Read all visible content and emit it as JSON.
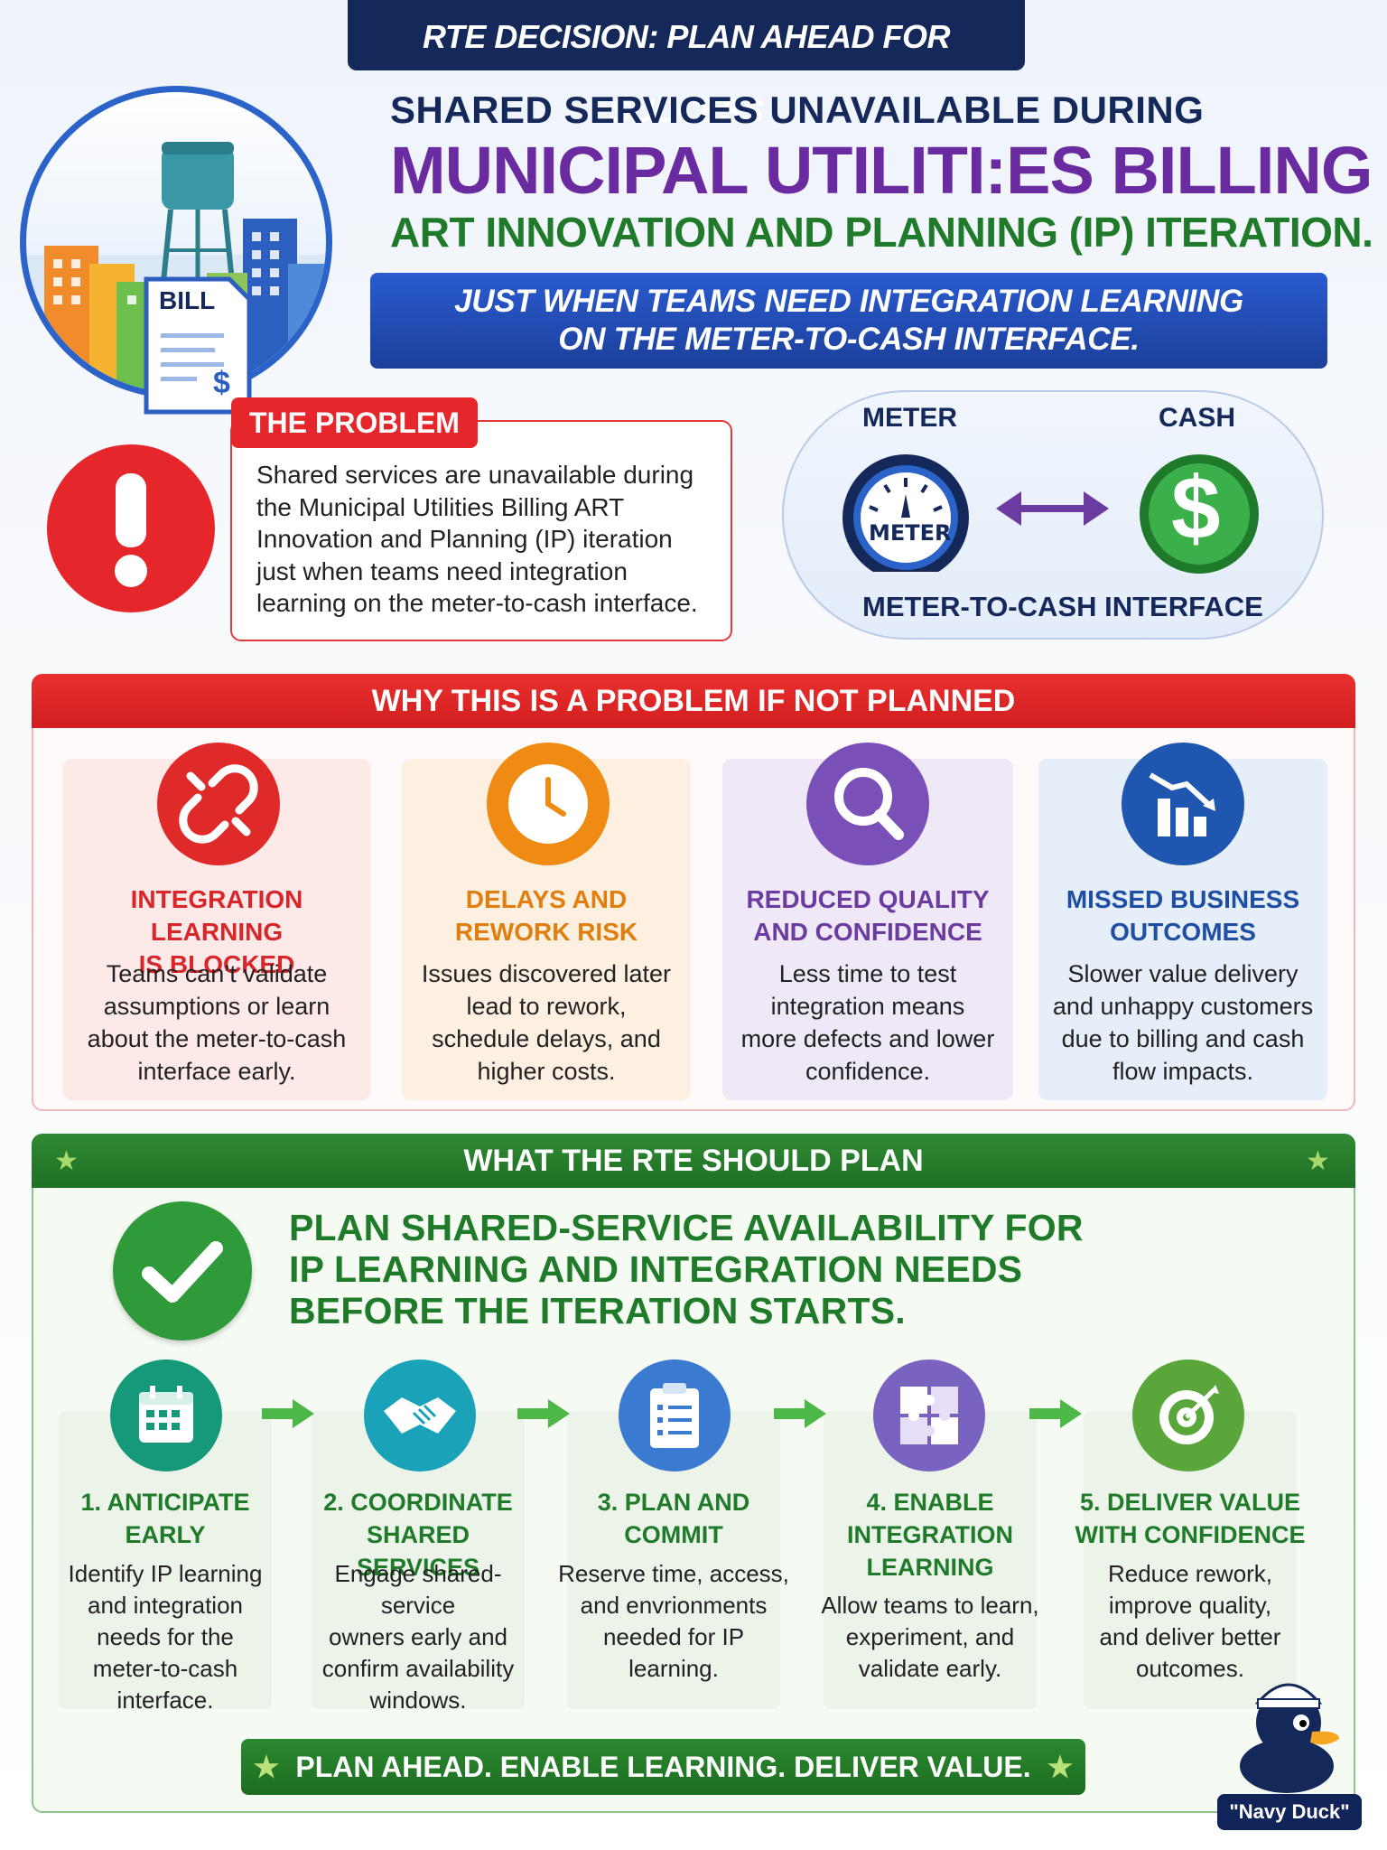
{
  "banner": {
    "title": "RTE DECISION: PLAN AHEAD FOR SUCCESS"
  },
  "header": {
    "line1": "SHARED SERVICES UNAVAILABLE DURING",
    "line2": "MUNICIPAL UTILITI:ES BILLING",
    "line3": "ART INNOVATION AND PLANNING (IP) ITERATION.",
    "subtitle_line1": "JUST WHEN TEAMS NEED INTEGRATION LEARNING",
    "subtitle_line2": "ON THE METER-TO-CASH INTERFACE."
  },
  "illustration": {
    "bill_label": "BILL",
    "bill_symbol": "$"
  },
  "problem": {
    "label": "THE PROBLEM",
    "icon": "exclamation-icon",
    "lines": [
      "Shared services are unavailable during",
      "the Municipal Utilities Billing ART",
      "Innovation and Planning (IP) iteration",
      "just when teams need integration",
      "learning on the meter-to-cash interface."
    ]
  },
  "meter_to_cash": {
    "meter_label": "METER",
    "cash_label": "CASH",
    "meter_face_text": "METER",
    "cash_symbol": "$",
    "interface_label": "METER-TO-CASH INTERFACE"
  },
  "why": {
    "title": "WHY THIS IS A PROBLEM IF NOT PLANNED",
    "cards": [
      {
        "icon": "broken-link-icon",
        "color": "#e02a2a",
        "title_lines": [
          "INTEGRATION LEARNING",
          "IS BLOCKED"
        ],
        "desc_lines": [
          "Teams can’t validate",
          "assumptions or learn",
          "about the meter-to-cash",
          "interface early."
        ]
      },
      {
        "icon": "clock-icon",
        "color": "#ef8a12",
        "title_lines": [
          "DELAYS AND",
          "REWORK RISK"
        ],
        "desc_lines": [
          "Issues discovered later",
          "lead to rework,",
          "schedule delays, and",
          "higher costs."
        ]
      },
      {
        "icon": "magnifier-icon",
        "color": "#7a4fb8",
        "title_lines": [
          "REDUCED QUALITY",
          "AND CONFIDENCE"
        ],
        "desc_lines": [
          "Less time to test",
          "integration means",
          "more defects and lower",
          "confidence."
        ]
      },
      {
        "icon": "declining-chart-icon",
        "color": "#1f56b0",
        "title_lines": [
          "MISSED BUSINESS",
          "OUTCOMES"
        ],
        "desc_lines": [
          "Slower value delivery",
          "and unhappy customers",
          "due to billing and cash",
          "flow impacts."
        ]
      }
    ]
  },
  "plan": {
    "title": "WHAT THE RTE SHOULD PLAN",
    "headline_lines": [
      "PLAN SHARED-SERVICE AVAILABILITY FOR",
      "IP LEARNING AND INTEGRATION NEEDS",
      "BEFORE THE ITERATION STARTS."
    ],
    "steps": [
      {
        "icon": "calendar-icon",
        "color": "#16997a",
        "title_lines": [
          "1. ANTICIPATE",
          "EARLY"
        ],
        "desc_lines": [
          "Identify IP learning",
          "and integration",
          "needs for the",
          "meter-to-cash",
          "interface."
        ]
      },
      {
        "icon": "handshake-icon",
        "color": "#1aa3b8",
        "title_lines": [
          "2. COORDINATE",
          "SHARED SERVICES"
        ],
        "desc_lines": [
          "Engage shared-service",
          "owners early and",
          "confirm availability",
          "windows."
        ]
      },
      {
        "icon": "clipboard-icon",
        "color": "#3a7ad0",
        "title_lines": [
          "3. PLAN AND",
          "COMMIT"
        ],
        "desc_lines": [
          "Reserve time, access,",
          "and envrionments",
          "needed for IP",
          "learning."
        ]
      },
      {
        "icon": "puzzle-icon",
        "color": "#7a63c0",
        "title_lines": [
          "4. ENABLE",
          "INTEGRATION",
          "LEARNING"
        ],
        "desc_lines": [
          "Allow teams to learn,",
          "experiment, and",
          "validate early."
        ]
      },
      {
        "icon": "target-icon",
        "color": "#5aa63a",
        "title_lines": [
          "5. DELIVER VALUE",
          "WITH CONFIDENCE"
        ],
        "desc_lines": [
          "Reduce rework,",
          "improve quality,",
          "and deliver better",
          "outcomes."
        ]
      }
    ],
    "footer": "PLAN AHEAD. ENABLE LEARNING. DELIVER VALUE."
  },
  "mascot": {
    "label": "\"Navy Duck\""
  }
}
